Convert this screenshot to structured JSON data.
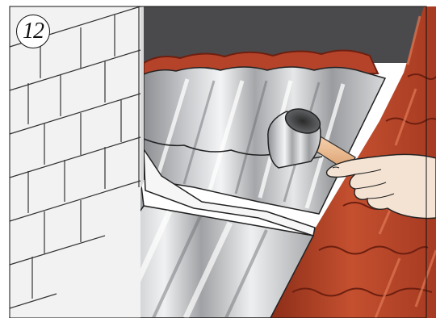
{
  "illustration": {
    "step_number": "12",
    "scene_parts": [
      "brick-wall",
      "metal-flashing",
      "roof-tiles",
      "rubber-mallet",
      "hand"
    ],
    "colors": {
      "wall": "#f2f2f2",
      "mortar": "#333333",
      "sky": "#4a4a4c",
      "tile": "#b5432a",
      "tile_dark": "#7e2615",
      "metal_light": "#e9eaeb",
      "metal_dark": "#8d8f92",
      "mallet_handle": "#efbe93",
      "skin": "#f4e3d3"
    }
  }
}
